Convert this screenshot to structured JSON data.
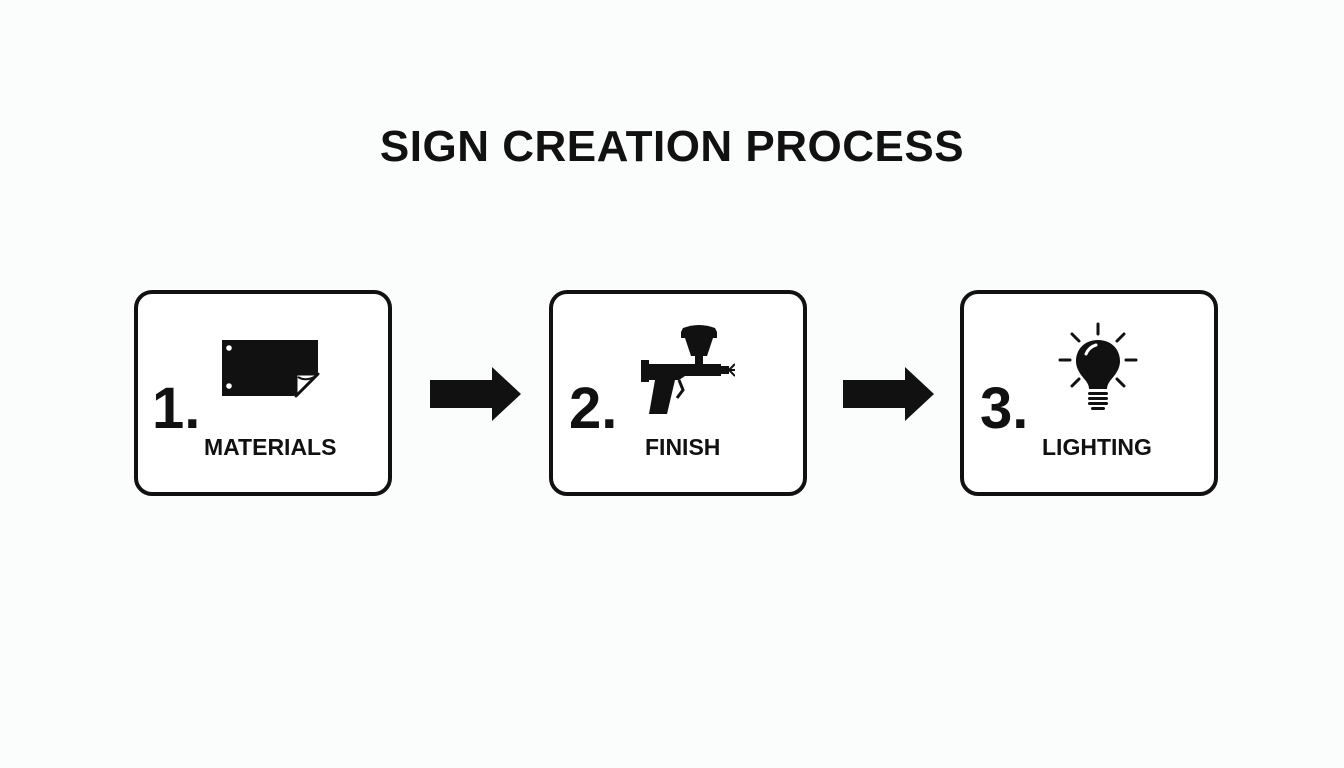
{
  "diagram": {
    "title": "SIGN CREATION PROCESS",
    "steps": [
      {
        "number": "1.",
        "label": "MATERIALS",
        "icon": "sign-panel-icon"
      },
      {
        "number": "2.",
        "label": "FINISH",
        "icon": "spray-gun-icon"
      },
      {
        "number": "3.",
        "label": "LIGHTING",
        "icon": "light-bulb-icon"
      }
    ],
    "colors": {
      "ink": "#111111",
      "background": "#fbfcfc"
    }
  }
}
